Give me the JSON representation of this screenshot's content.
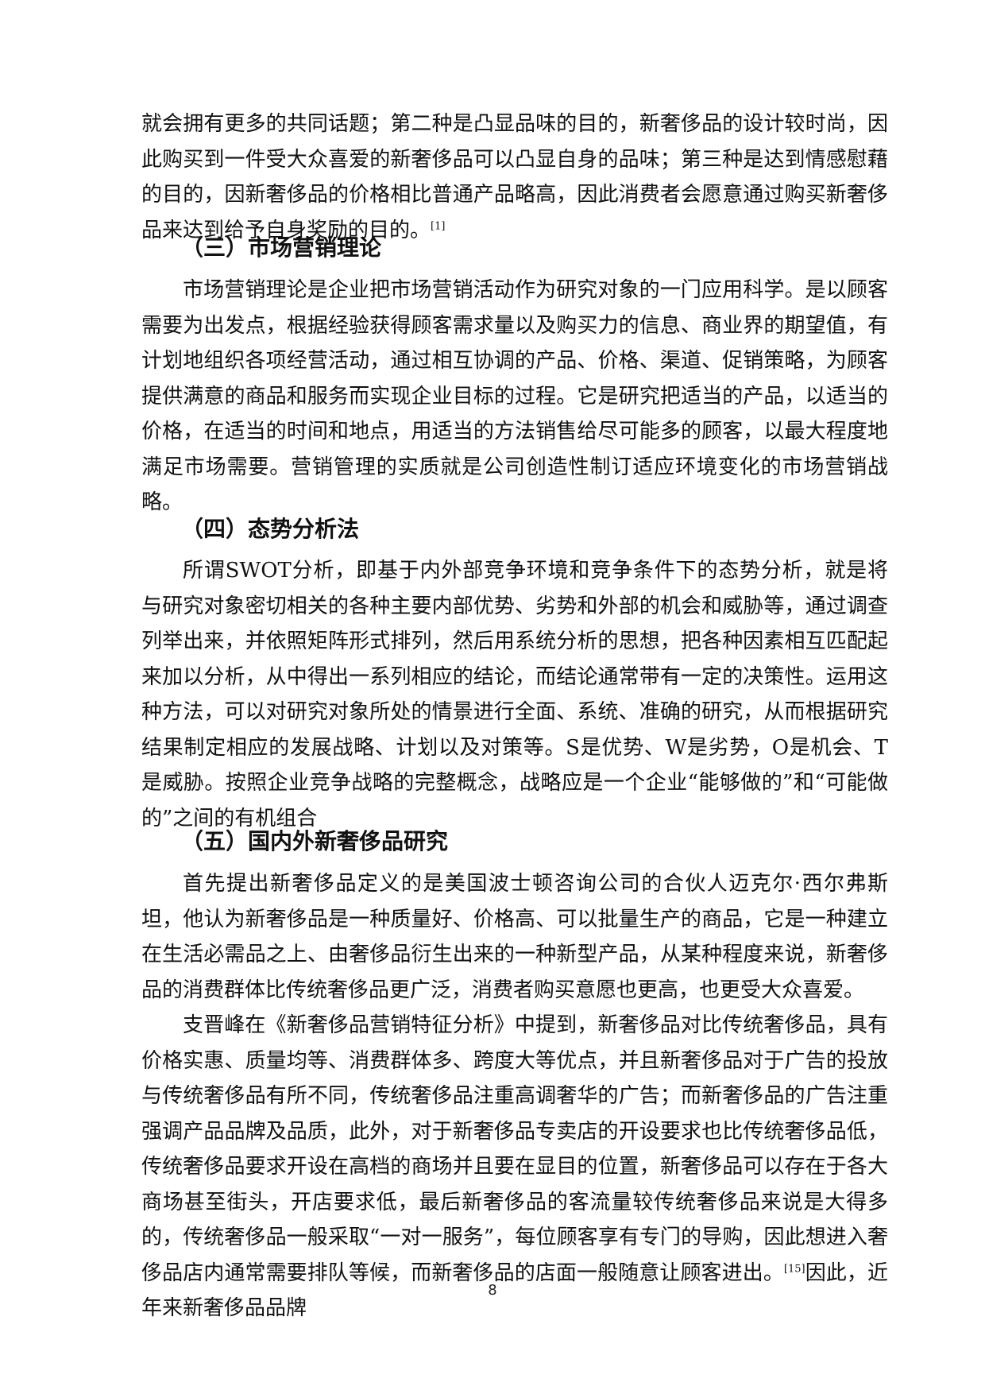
{
  "para_continued": {
    "text": "就会拥有更多的共同话题；第二种是凸显品味的目的，新奢侈品的设计较时尚，因此购买到一件受大众喜爱的新奢侈品可以凸显自身的品味；第三种是达到情感慰藉的目的，因新奢侈品的价格相比普通产品略高，因此消费者会愿意通过购买新奢侈品来达到给予自身奖励的目的。",
    "ref": "[1]"
  },
  "section3": {
    "heading": "（三）市场营销理论",
    "para": "市场营销理论是企业把市场营销活动作为研究对象的一门应用科学。是以顾客需要为出发点，根据经验获得顾客需求量以及购买力的信息、商业界的期望值，有计划地组织各项经营活动，通过相互协调的产品、价格、渠道、促销策略，为顾客提供满意的商品和服务而实现企业目标的过程。它是研究把适当的产品，以适当的价格，在适当的时间和地点，用适当的方法销售给尽可能多的顾客，以最大程度地满足市场需要。营销管理的实质就是公司创造性制订适应环境变化的市场营销战略。"
  },
  "section4": {
    "heading": "（四）态势分析法",
    "para": "所谓SWOT分析，即基于内外部竞争环境和竞争条件下的态势分析，就是将与研究对象密切相关的各种主要内部优势、劣势和外部的机会和威胁等，通过调查列举出来，并依照矩阵形式排列，然后用系统分析的思想，把各种因素相互匹配起来加以分析，从中得出一系列相应的结论，而结论通常带有一定的决策性。运用这种方法，可以对研究对象所处的情景进行全面、系统、准确的研究，从而根据研究结果制定相应的发展战略、计划以及对策等。S是优势、W是劣势，O是机会、T是威胁。按照企业竞争战略的完整概念，战略应是一个企业“能够做的”和“可能做的”之间的有机组合"
  },
  "section5": {
    "heading": "（五）国内外新奢侈品研究",
    "para1": "首先提出新奢侈品定义的是美国波士顿咨询公司的合伙人迈克尔·西尔弗斯坦，他认为新奢侈品是一种质量好、价格高、可以批量生产的商品，它是一种建立在生活必需品之上、由奢侈品衍生出来的一种新型产品，从某种程度来说，新奢侈品的消费群体比传统奢侈品更广泛，消费者购买意愿也更高，也更受大众喜爱。",
    "para2_before_ref": "支晋峰在《新奢侈品营销特征分析》中提到，新奢侈品对比传统奢侈品，具有价格实惠、质量均等、消费群体多、跨度大等优点，并且新奢侈品对于广告的投放与传统奢侈品有所不同，传统奢侈品注重高调奢华的广告；而新奢侈品的广告注重强调产品品牌及品质，此外，对于新奢侈品专卖店的开设要求也比传统奢侈品低，传统奢侈品要求开设在高档的商场并且要在显目的位置，新奢侈品可以存在于各大商场甚至街头，开店要求低，最后新奢侈品的客流量较传统奢侈品来说是大得多的，传统奢侈品一般采取“一对一服务”，每位顾客享有专门的导购，因此想进入奢侈品店内通常需要排队等候，而新奢侈品的店面一般随意让顾客进出。",
    "para2_ref": "[15]",
    "para2_after_ref": "因此，近年来新奢侈品品牌"
  },
  "page_number": "8"
}
